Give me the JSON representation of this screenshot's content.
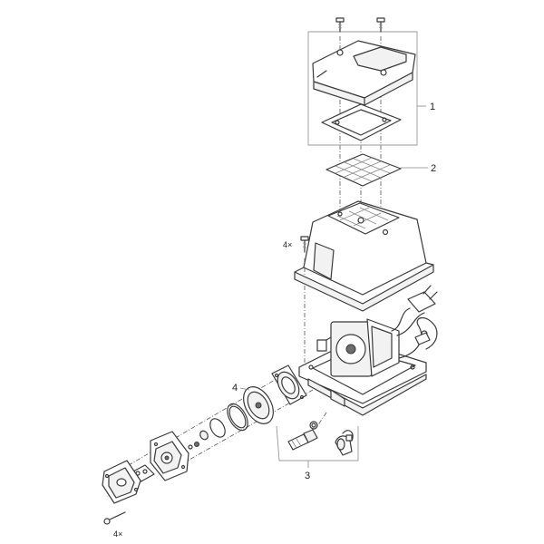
{
  "callouts": {
    "c1": "1",
    "c2": "2",
    "c3": "3",
    "c4": "4",
    "qty_housing_screws": "4×",
    "qty_head_screws": "4×"
  }
}
